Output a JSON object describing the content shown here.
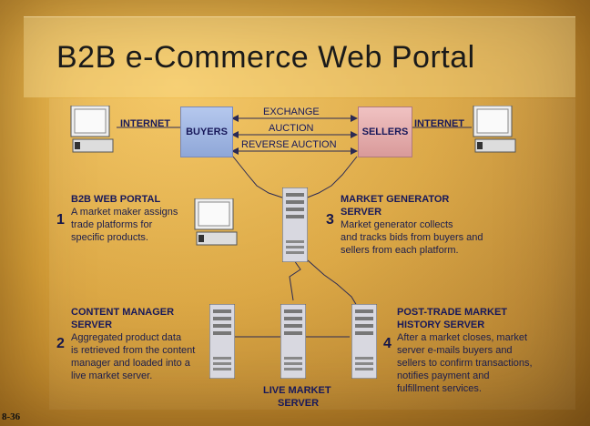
{
  "slide": {
    "title": "B2B e-Commerce Web Portal",
    "page_number": "8-36"
  },
  "diagram": {
    "buyers": "BUYERS",
    "sellers": "SELLERS",
    "internet_left": "INTERNET",
    "internet_right": "INTERNET",
    "arrows": [
      "EXCHANGE",
      "AUCTION",
      "REVERSE AUCTION"
    ],
    "portal": {
      "number": "1",
      "title": "B2B WEB PORTAL",
      "lines": [
        "A market maker assigns",
        "trade platforms for",
        "specific products."
      ]
    },
    "market_generator": {
      "number": "3",
      "title_lines": [
        "MARKET GENERATOR",
        "SERVER"
      ],
      "lines": [
        "Market generator collects",
        "and tracks bids from buyers and",
        "sellers from each platform."
      ]
    },
    "content_manager": {
      "number": "2",
      "title_lines": [
        "CONTENT MANAGER",
        "SERVER"
      ],
      "lines": [
        "Aggregated product data",
        "is retrieved from the content",
        "manager and loaded into a",
        "live market server."
      ]
    },
    "post_trade": {
      "number": "4",
      "title_lines": [
        "POST-TRADE MARKET",
        "HISTORY SERVER"
      ],
      "lines": [
        "After a market closes, market",
        "server e-mails buyers and",
        "sellers to confirm transactions,",
        "notifies payment and",
        "fulfillment services."
      ]
    },
    "live_market": {
      "title_lines": [
        "LIVE MARKET",
        "SERVER"
      ]
    },
    "icons": [
      "computer-icon",
      "server-icon"
    ]
  }
}
